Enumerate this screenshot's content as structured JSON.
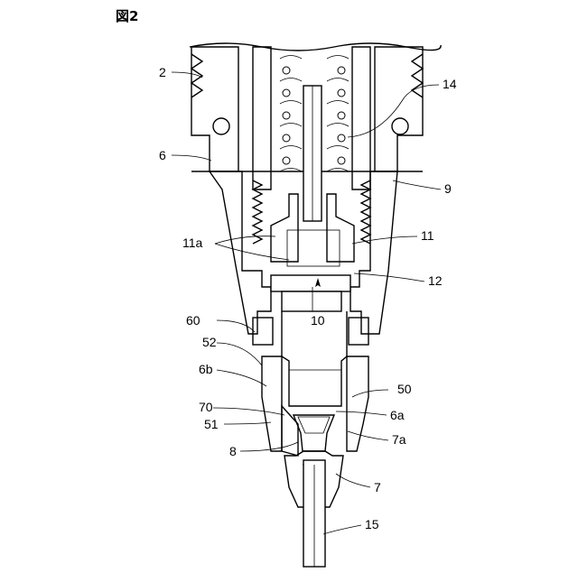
{
  "figure": {
    "title": "図2",
    "labels": [
      "2",
      "6",
      "9",
      "11a",
      "11",
      "12",
      "10",
      "60",
      "52",
      "6b",
      "50",
      "70",
      "6a",
      "51",
      "7a",
      "8",
      "7",
      "14",
      "15"
    ]
  }
}
